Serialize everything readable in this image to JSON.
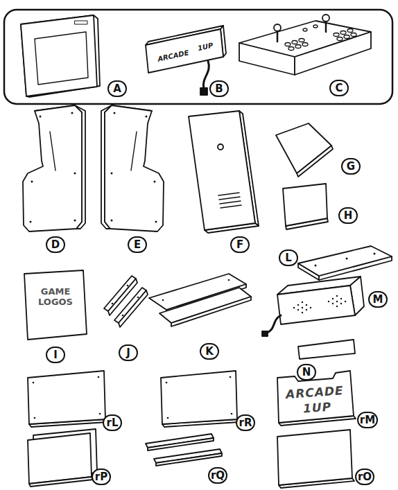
{
  "diagram": {
    "labels": [
      "ARCADE",
      "1UP",
      "A",
      "B",
      "C",
      "D",
      "E",
      "F",
      "G",
      "H",
      "L",
      "GAME LOGOS",
      "I",
      "J",
      "K",
      "M",
      "N",
      "rL",
      "rR",
      "ARCADE",
      "1UP",
      "rM",
      "rP",
      "rQ",
      "rO"
    ]
  }
}
